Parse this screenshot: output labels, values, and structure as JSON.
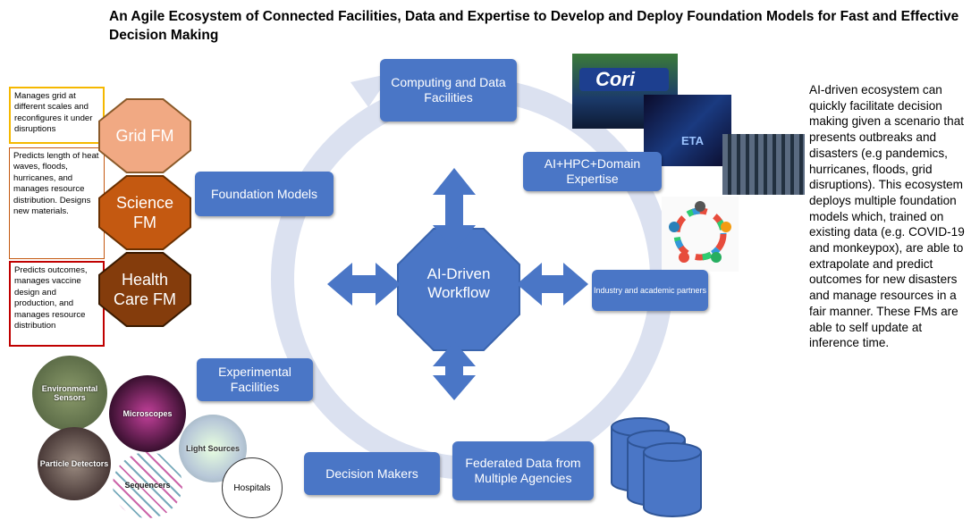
{
  "title": "An Agile Ecosystem of Connected Facilities, Data and Expertise to Develop and Deploy Foundation Models for Fast and Effective Decision Making",
  "side_text": "AI-driven ecosystem can quickly facilitate decision making given a scenario that presents outbreaks and disasters (e.g pandemics, hurricanes, floods, grid disruptions). This ecosystem deploys multiple foundation models which, trained on existing data (e.g. COVID-19 and monkeypox), are able to extrapolate and predict outcomes for new disasters and manage resources in a fair manner. These FMs are able to self update at inference time.",
  "center": "AI-Driven Workflow",
  "nodes": {
    "computing": "Computing and Data Facilities",
    "ai_hpc": "AI+HPC+Domain Expertise",
    "industry": "Industry and academic partners",
    "foundation": "Foundation Models",
    "experimental": "Experimental Facilities",
    "decision": "Decision Makers",
    "federated": "Federated Data from Multiple Agencies"
  },
  "models": [
    {
      "name": "Grid FM",
      "color": "#f1a983",
      "desc": "Manages grid at different scales and reconfigures it under disruptions",
      "border": "#f5b800"
    },
    {
      "name": "Science FM",
      "color": "#c45911",
      "desc": "Predicts length of heat waves, floods, hurricanes, and manages resource distribution. Designs new materials.",
      "border": "#c45911"
    },
    {
      "name": "Health Care FM",
      "color": "#843c0c",
      "desc": "Predicts outcomes, manages vaccine design and production, and manages resource distribution",
      "border": "#c00000"
    }
  ],
  "facilities": {
    "env": "Environmental Sensors",
    "micro": "Microscopes",
    "light": "Light Sources",
    "particle": "Particle Detectors",
    "seq": "Sequencers",
    "hospitals": "Hospitals"
  },
  "photos": {
    "cori": "Cori",
    "perlmutter": "ETA"
  },
  "colors": {
    "blue": "#4a76c6",
    "ring": "#dbe1f0",
    "cylinder": "#4a76c6"
  }
}
